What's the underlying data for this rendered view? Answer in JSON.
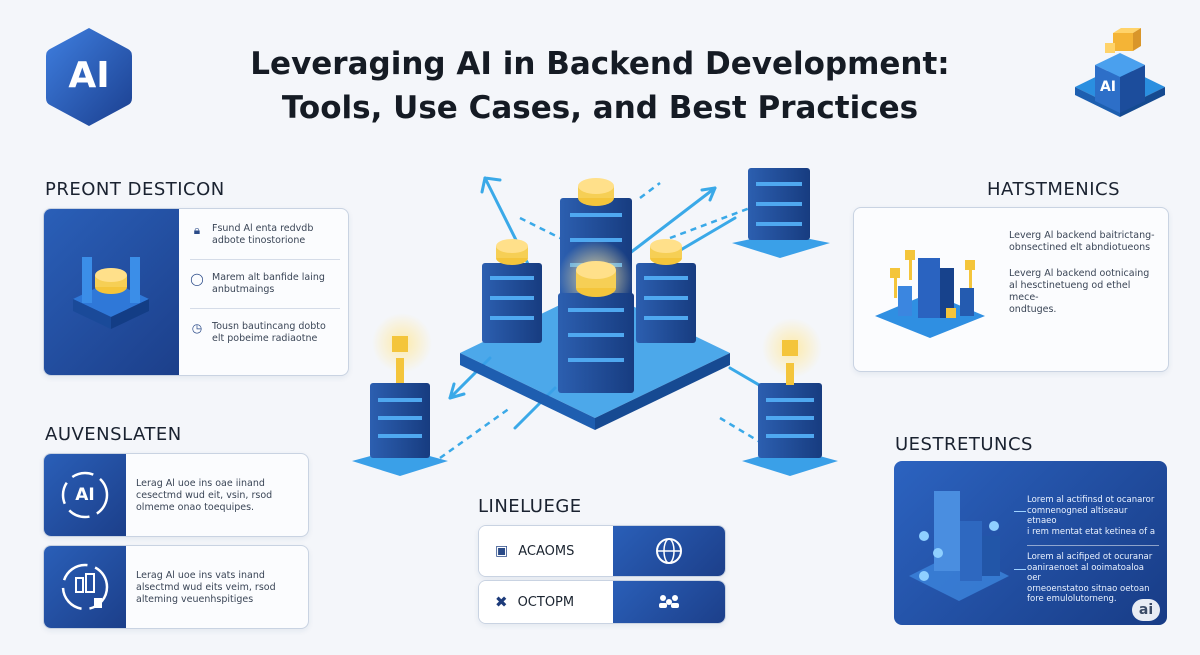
{
  "header": {
    "logo_text": "AI",
    "title_line1": "Leveraging AI in Backend Development:",
    "title_line2": "Tools, Use Cases, and Best Practices",
    "cube_label": "AI"
  },
  "left_top": {
    "heading": "PREONT DESTICON",
    "items": [
      {
        "icon": "lock-icon",
        "line1": "Fsund Al enta redvdb",
        "line2": "adbote tinostorione"
      },
      {
        "icon": "user-icon",
        "line1": "Marem alt banfide laing",
        "line2": "anbutmaings"
      },
      {
        "icon": "clock-icon",
        "line1": "Tousn bautincang dobto",
        "line2": "elt pobeime radiaotne"
      }
    ]
  },
  "left_bottom": {
    "heading": "AUVENSLATEN",
    "cards": [
      {
        "icon": "ai-cycle-icon",
        "icon_text": "AI",
        "line1": "Lerag Al uoe ins oae iinand",
        "line2": "cesectmd wud eit, vsin, rsod",
        "line3": "olmeme onao toequipes."
      },
      {
        "icon": "building-cycle-icon",
        "line1": "Lerag Al uoe ins vats inand",
        "line2": "alsectmd wud eits veim, rsod",
        "line3": "alteming veuenhspitiges"
      }
    ]
  },
  "right_top": {
    "heading": "HATSTMENICS",
    "items": [
      {
        "line1": "Leverg Al backend baitrictang-",
        "line2": "obnsectined elt abndiotueons"
      },
      {
        "line1": "Leverg Al backend ootnicaing",
        "line2": "al hesctinetueng od ethel mece-",
        "line3": "ondtuges."
      }
    ]
  },
  "right_bottom": {
    "heading": "UESTRETUNCS",
    "items": [
      {
        "line1": "Lorem al actifinsd ot ocanaror",
        "line2": "comnenogned altiseaur etnaeo",
        "line3": "i rem mentat etat ketinea of a"
      },
      {
        "line1": "Lorem al acifiped ot ocuranar",
        "line2": "oaniraenoet al ooimatoaloa oer",
        "line3": "orneoenstatoo sitnao oetoan",
        "line4": "fore emulolutorneng."
      }
    ],
    "badge": "ai"
  },
  "center_bottom": {
    "heading": "LINELUEGE",
    "buttons": [
      {
        "label": "ACAOMS",
        "icon": "bag-icon",
        "right_icon": "globe-icon"
      },
      {
        "label": "OCTOPM",
        "icon": "x-icon",
        "right_icon": "people-icon"
      }
    ]
  },
  "colors": {
    "brand_blue": "#1f4fa3",
    "dark_navy": "#1c3f8a",
    "accent_cyan": "#35a8e6",
    "gold": "#f4c53b"
  }
}
